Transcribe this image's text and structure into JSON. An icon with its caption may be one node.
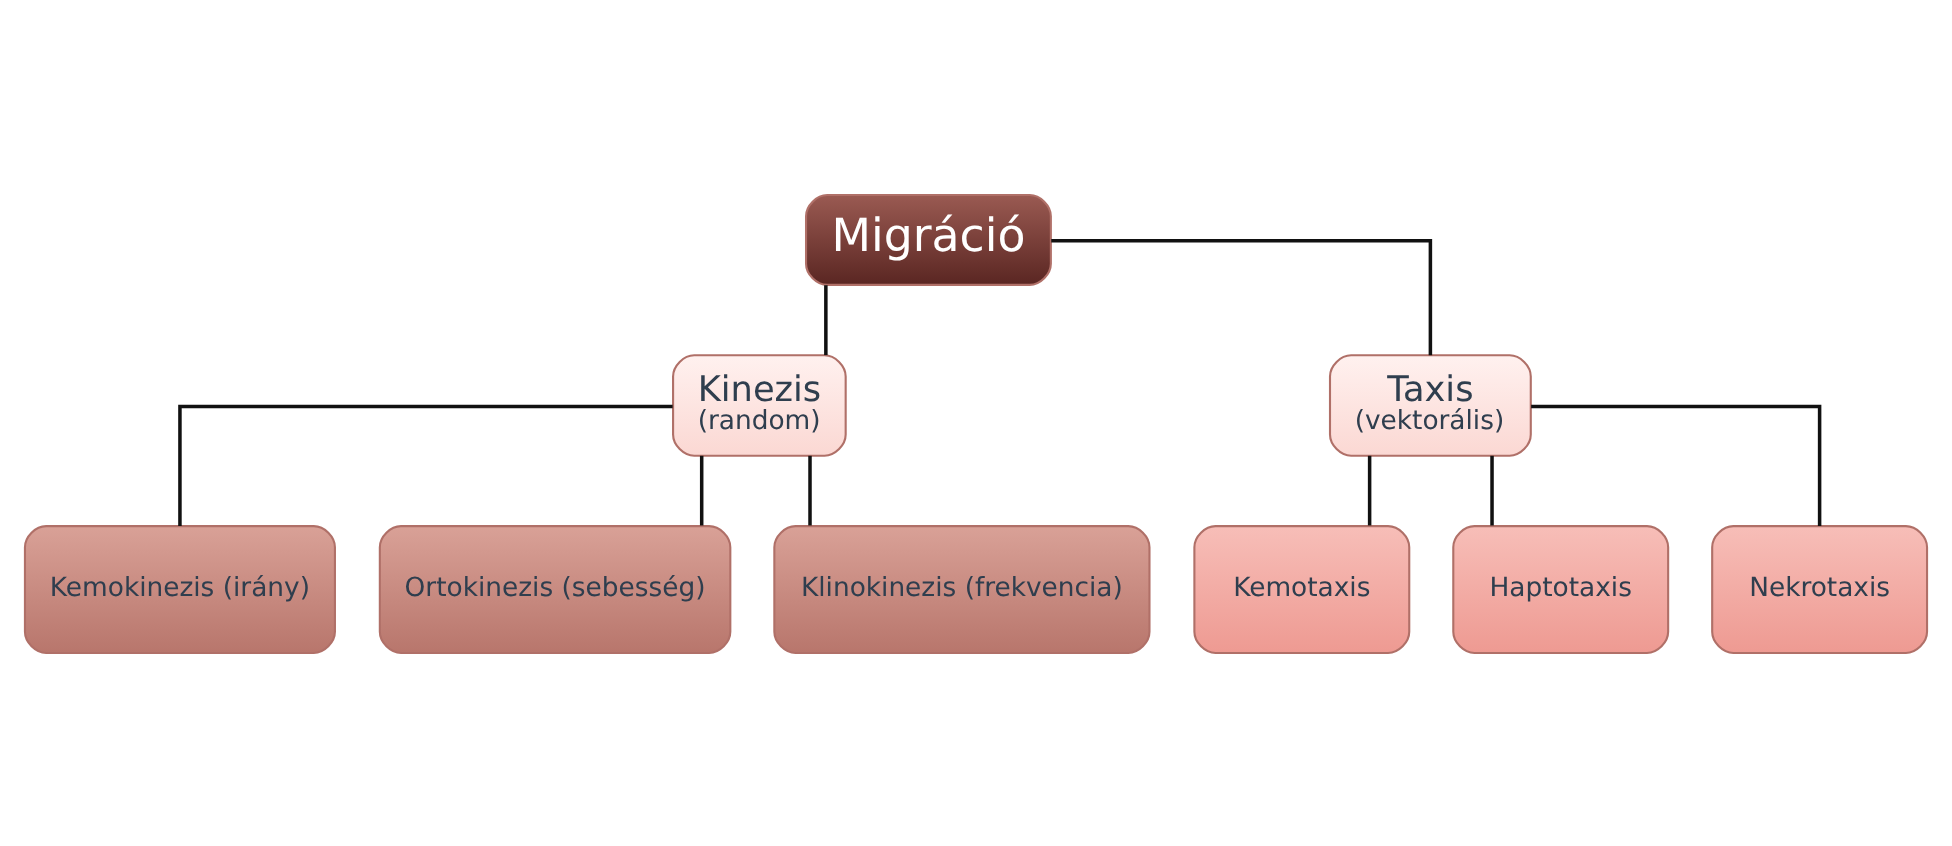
{
  "diagram": {
    "nodes": [
      {
        "text": [
          "Migráció"
        ]
      },
      {
        "text": [
          "Kinezis",
          "(random)"
        ]
      },
      {
        "text": [
          "Taxis",
          "(vektorális)"
        ]
      },
      {
        "text": [
          "Kemokinezis (irány)"
        ]
      },
      {
        "text": [
          "Ortokinezis (sebesség)"
        ]
      },
      {
        "text": [
          "Klinokinezis (frekvencia)"
        ]
      },
      {
        "text": [
          "Kemotaxis"
        ]
      },
      {
        "text": [
          "Haptotaxis"
        ]
      },
      {
        "text": [
          "Nekrotaxis"
        ]
      }
    ],
    "edges": [
      {
        "from": 0,
        "to": 1,
        "arrow": "none"
      },
      {
        "from": 0,
        "to": 2,
        "arrow": "none"
      },
      {
        "from": 1,
        "to": 3,
        "arrow": "none"
      },
      {
        "from": 1,
        "to": 4,
        "arrow": "none"
      },
      {
        "from": 1,
        "to": 5,
        "arrow": "none"
      },
      {
        "from": 2,
        "to": 6,
        "arrow": "none"
      },
      {
        "from": 2,
        "to": 7,
        "arrow": "none"
      },
      {
        "from": 2,
        "to": 8,
        "arrow": "none"
      }
    ]
  }
}
